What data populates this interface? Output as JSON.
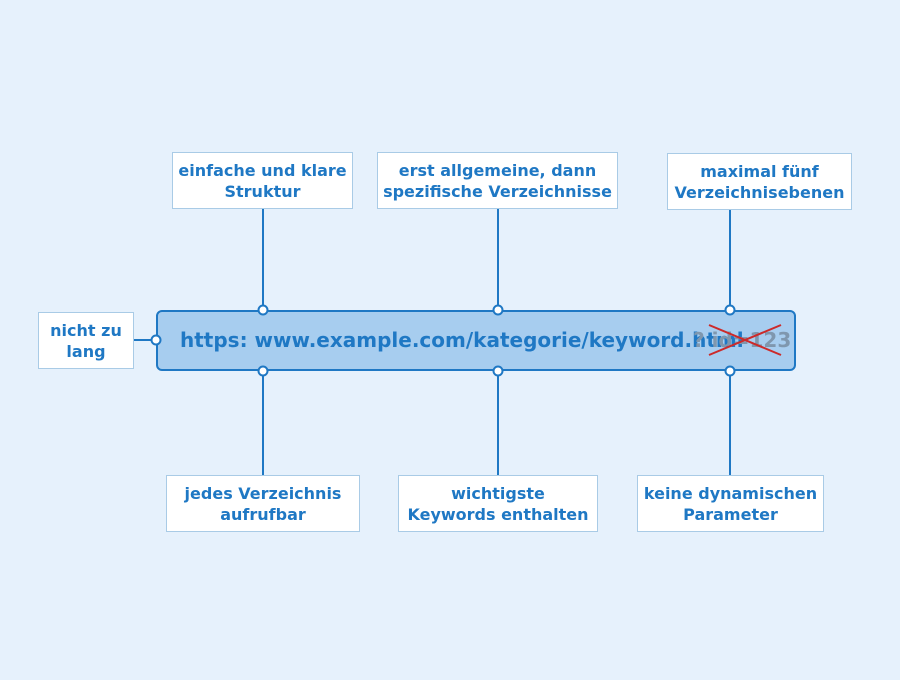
{
  "url": {
    "main": "https: www.example.com/kategorie/keyword.html",
    "param": "? id=123"
  },
  "labels": {
    "left": "nicht zu\nlang",
    "top_1": "einfache und klare\nStruktur",
    "top_2": "erst allgemeine, dann\nspezifische Verzeichnisse",
    "top_3": "maximal fünf\nVerzeichnisebenen",
    "bottom_1": "jedes Verzeichnis\naufrufbar",
    "bottom_2": "wichtigste\nKeywords enthalten",
    "bottom_3": "keine dynamischen\nParameter"
  },
  "colors": {
    "background": "#e6f1fc",
    "accent": "#1f78c4",
    "url_bar_fill": "#a7cdef",
    "box_border": "#a9cbe6",
    "strike": "#cc2a2a",
    "param_text": "#7f97ae"
  }
}
